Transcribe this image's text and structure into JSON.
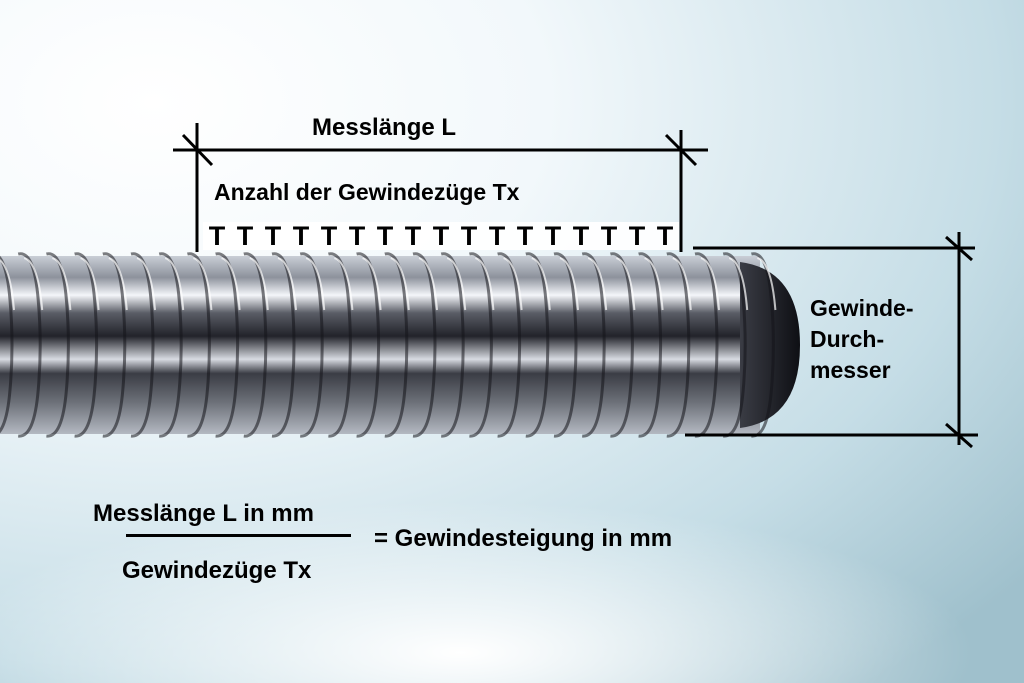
{
  "diagram": {
    "title_measure_length": "Messlänge L",
    "thread_count_label": "Anzahl der Gewindezüge  Tx",
    "thread_marker_glyph": "T",
    "thread_marker_count": 17,
    "diameter_label_lines": [
      "Gewinde-",
      "Durch-",
      "messer"
    ],
    "formula": {
      "numerator": "Messlänge L  in mm",
      "denominator": "Gewindezüge Tx",
      "result": "= Gewindesteigung in mm"
    }
  },
  "colors": {
    "background_light": "#ffffff",
    "background_blue": "#a9c9d6",
    "ink": "#000000",
    "steel_dark": "#2a2a30",
    "steel_light": "#e6e8ee"
  }
}
